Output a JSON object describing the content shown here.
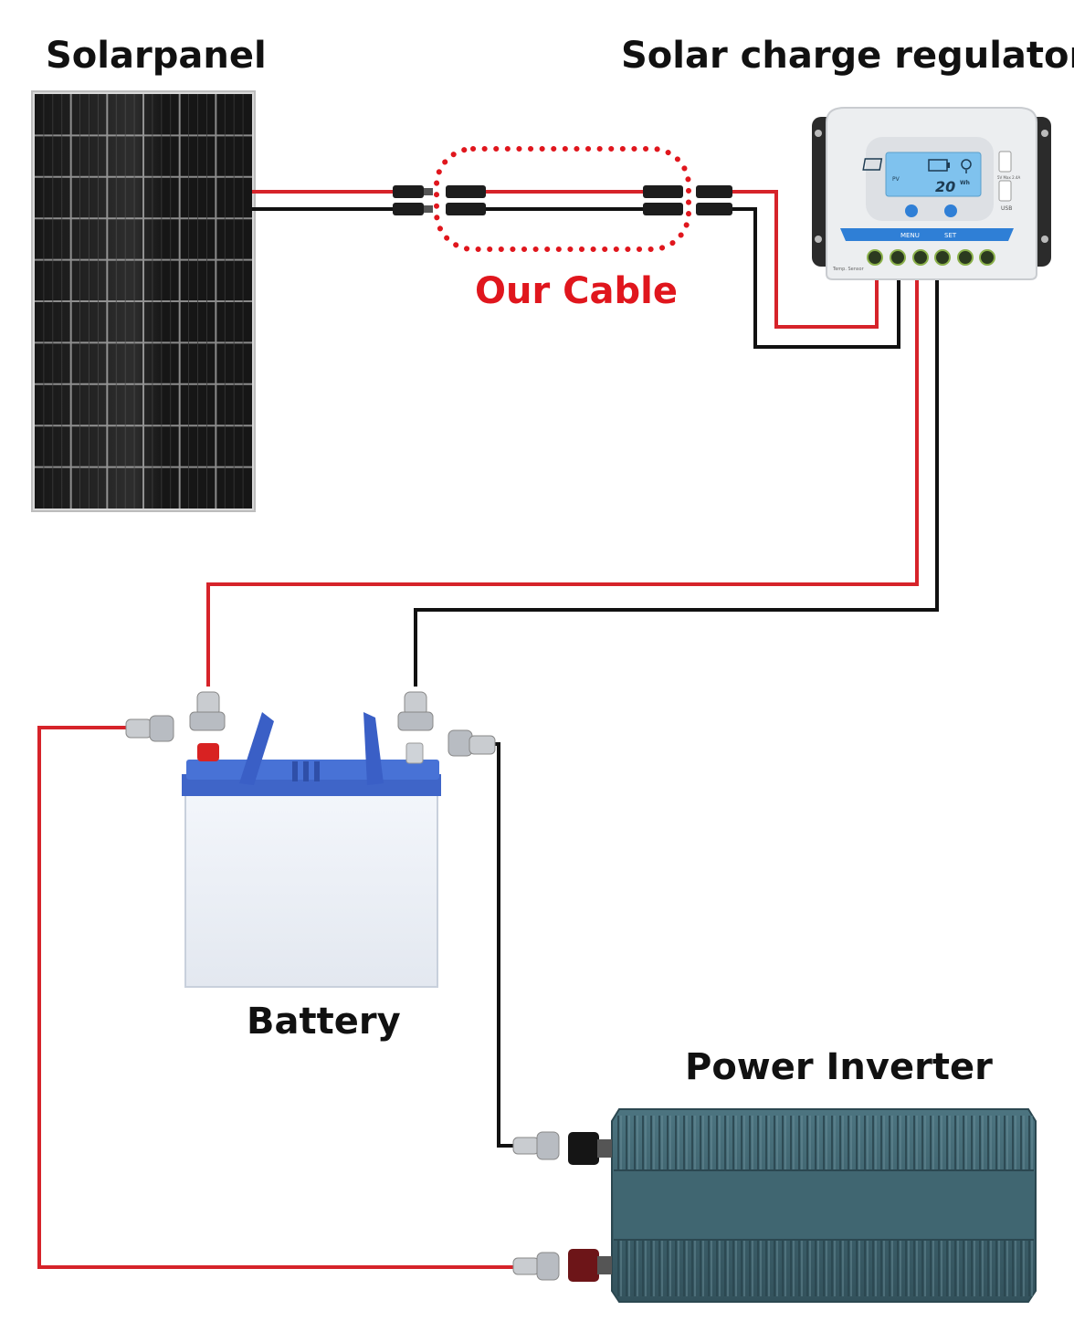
{
  "labels": {
    "solar_panel": "Solarpanel",
    "charge_regulator": "Solar charge regulators",
    "cable": "Our Cable",
    "battery": "Battery",
    "inverter": "Power Inverter"
  },
  "regulator": {
    "display_value": "20",
    "display_unit": "Wh",
    "pv_label": "PV",
    "menu_label": "MENU",
    "set_label": "SET",
    "usb_label": "USB",
    "usb_rating": "5V Max 2.4A",
    "temp_sensor_label": "Temp. Sensor"
  },
  "colors": {
    "positive_wire": "#d6232a",
    "negative_wire": "#111111",
    "cable_highlight": "#e0161d",
    "regulator_accent": "#2f7fd6",
    "inverter_body": "#3f6470"
  }
}
